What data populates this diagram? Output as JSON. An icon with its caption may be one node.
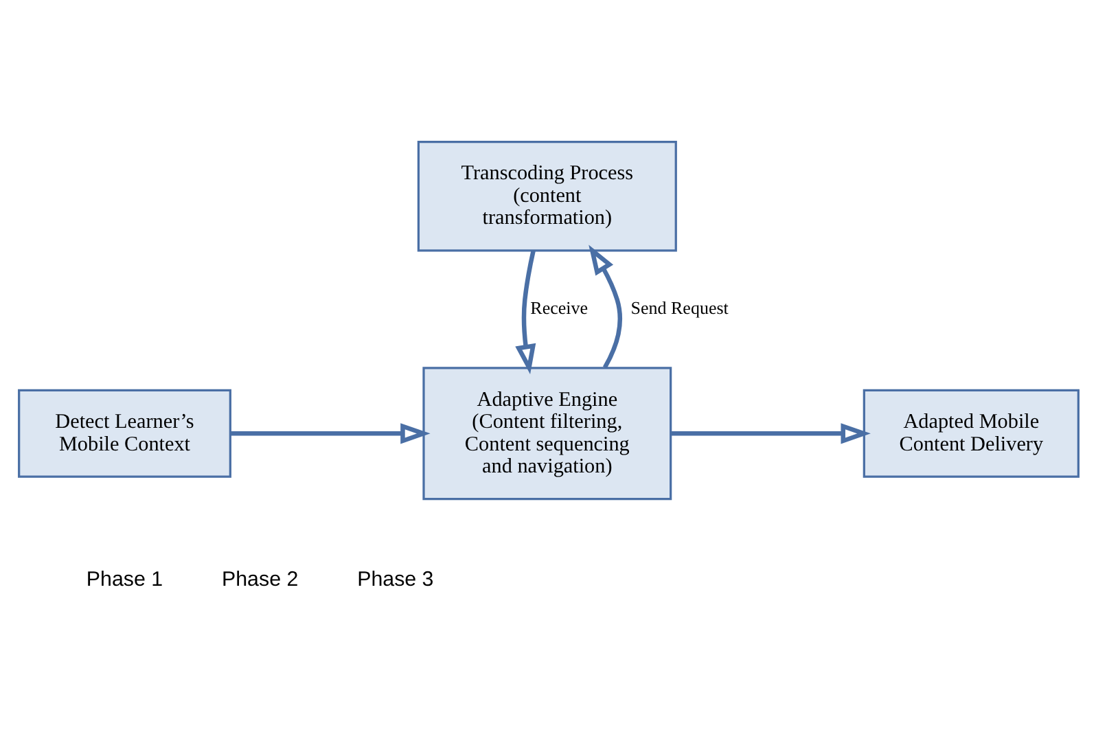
{
  "diagram": {
    "nodes": [
      {
        "text": [
          "Transcoding Process (content transformation)"
        ]
      },
      {
        "text": [
          "Detect Learner’s Mobile Context"
        ]
      },
      {
        "text": [
          "Adaptive Engine (Content filtering, Content sequencing and navigation)"
        ]
      },
      {
        "text": [
          "Adapted Mobile Content Delivery"
        ]
      }
    ],
    "edges": [
      {
        "from": 1,
        "to": 2,
        "arrow": "to"
      },
      {
        "from": 2,
        "to": 0,
        "arrow": "to",
        "label": "Send Request"
      },
      {
        "from": 0,
        "to": 2,
        "arrow": "to",
        "label": "Receive"
      },
      {
        "from": 2,
        "to": 3,
        "arrow": "to"
      }
    ],
    "labels": [
      "Phase 1",
      "Phase 2",
      "Phase 3"
    ]
  }
}
